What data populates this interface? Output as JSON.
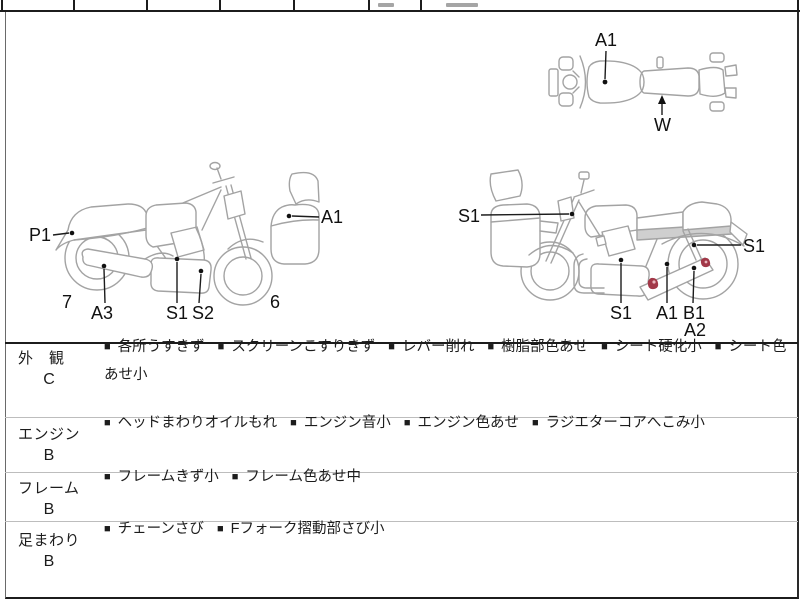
{
  "diagrams": {
    "top_view": {
      "tank_label": "A1",
      "seat_label": "W"
    },
    "left_side_view": {
      "rear_fender_label": "P1",
      "rear_wheel_label": "7",
      "muffler_label": "A3",
      "engine_label": "S1",
      "frame_label": "S2",
      "front_cowl_label": "A1",
      "front_wheel_label": "6"
    },
    "right_side_view": {
      "front_fork_label": "S1",
      "engine_label": "S1",
      "rear_shock_label": "S1",
      "swingarm_label_a": "A1",
      "swingarm_label_b": "B1",
      "swingarm_label_c": "A2",
      "rust_mark_color": "#a23848"
    }
  },
  "condition_table": {
    "bullet": "■",
    "rows": [
      {
        "category": "外　観",
        "grade": "C",
        "items": [
          "各所うすきず",
          "スクリーンこすりきず",
          "レバー削れ",
          "樹脂部色あせ",
          "シート硬化小",
          "シート色あせ小"
        ]
      },
      {
        "category": "エンジン",
        "grade": "B",
        "items": [
          "ヘッドまわりオイルもれ",
          "エンジン音小",
          "エンジン色あせ",
          "ラジエターコアへこみ小"
        ]
      },
      {
        "category": "フレーム",
        "grade": "B",
        "items": [
          "フレームきず小",
          "フレーム色あせ中"
        ]
      },
      {
        "category": "足まわり",
        "grade": "B",
        "items": [
          "チェーンさび",
          "Fフォーク摺動部さび小"
        ]
      }
    ]
  }
}
